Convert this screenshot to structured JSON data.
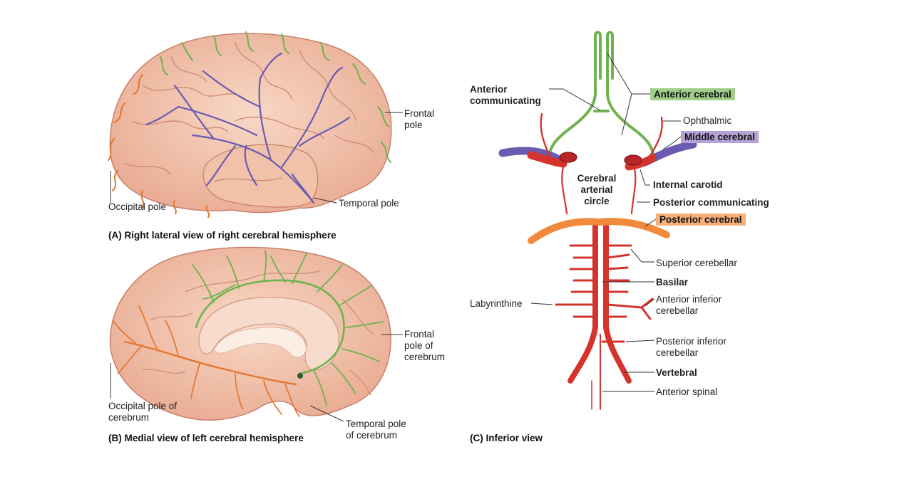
{
  "colors": {
    "anterior": "#6fb24f",
    "middle": "#6a5bb0",
    "posterior": "#e5762d",
    "artery": "#d4342c",
    "brain": "#f2c4ad",
    "leader": "#333333"
  },
  "panel_a": {
    "caption": "(A) Right lateral view of right cerebral hemisphere",
    "labels": {
      "frontal_pole": [
        "Frontal",
        "pole"
      ],
      "occipital_pole": "Occipital pole",
      "temporal_pole": "Temporal pole"
    }
  },
  "panel_b": {
    "caption": "(B) Medial view of left cerebral hemisphere",
    "labels": {
      "frontal_pole": [
        "Frontal",
        "pole of",
        "cerebrum"
      ],
      "occipital_pole": [
        "Occipital pole of",
        "cerebrum"
      ],
      "temporal_pole": [
        "Temporal pole",
        "of cerebrum"
      ]
    }
  },
  "panel_c": {
    "caption": "(C) Inferior view",
    "labels": {
      "anterior_communicating": [
        "Anterior",
        "communicating"
      ],
      "anterior_cerebral": "Anterior cerebral",
      "ophthalmic": "Ophthalmic",
      "middle_cerebral": "Middle cerebral",
      "cerebral_arterial_circle": [
        "Cerebral",
        "arterial",
        "circle"
      ],
      "internal_carotid": "Internal carotid",
      "posterior_communicating": "Posterior communicating",
      "posterior_cerebral": "Posterior cerebral",
      "superior_cerebellar": "Superior cerebellar",
      "basilar": "Basilar",
      "labyrinthine": "Labyrinthine",
      "anterior_inferior_cerebellar": [
        "Anterior inferior",
        "cerebellar"
      ],
      "posterior_inferior_cerebellar": [
        "Posterior inferior",
        "cerebellar"
      ],
      "vertebral": "Vertebral",
      "anterior_spinal": "Anterior spinal"
    }
  }
}
